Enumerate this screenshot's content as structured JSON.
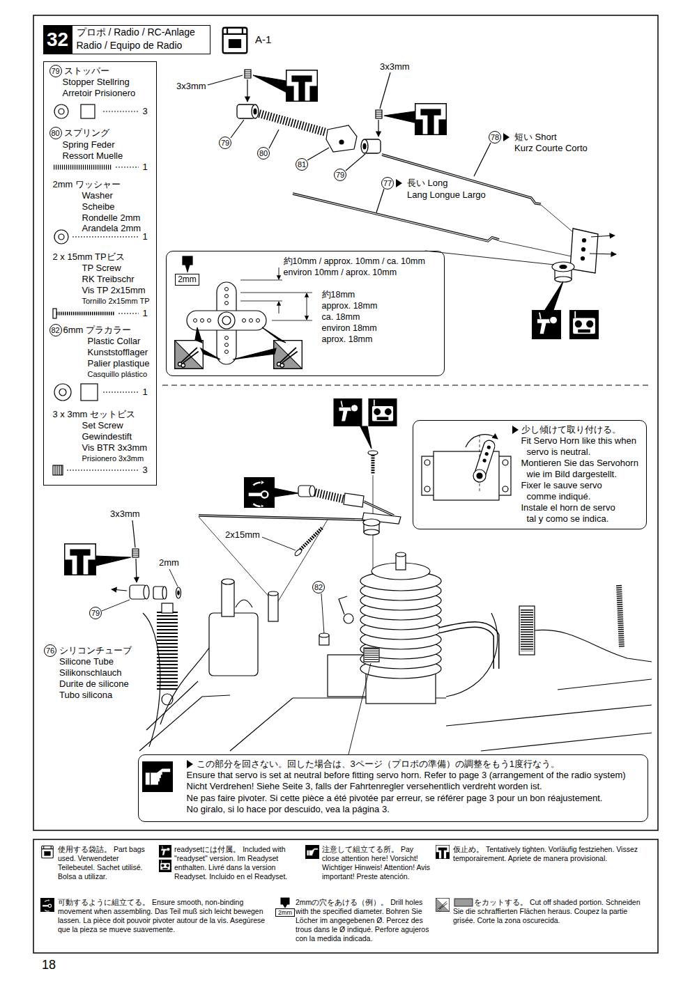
{
  "diagram": {
    "nodes": [
      {
        "text": [
          "32",
          "プロポ / Radio / RC-Anlage",
          "Radio / Equipo de Radio"
        ]
      },
      {
        "text": [
          "79",
          "ストッパー",
          "Stopper Stellring",
          "Arretoir Prisionero",
          "3",
          "80",
          "スプリング",
          "Spring Feder",
          "Ressort Muelle",
          "1",
          "2mm ワッシャー",
          "Washer",
          "Scheibe",
          "Rondelle 2mm",
          "Arandela 2mm",
          "1",
          "2 x 15mm TPビス",
          "TP Screw",
          "RK Treibschr",
          "Vis TP 2x15mm",
          "Tornillo 2x15mm TP",
          "1",
          "82",
          "6mm プラカラー",
          "Plastic Collar",
          "Kunststofflager",
          "Palier plastique",
          "Casquillo plástico",
          "1",
          "3 x 3mm セットビス",
          "Set Screw",
          "Gewindestift",
          "Vis BTR 3x3mm",
          "Prisionero 3x3mm",
          "3"
        ]
      },
      {
        "text": [
          "2mm",
          "約10mm / approx. 10mm / ca. 10mm",
          "environ 10mm / aprox. 10mm",
          "約18mm",
          "approx. 18mm",
          "ca. 18mm",
          "environ 18mm",
          "aprox. 18mm"
        ]
      },
      {
        "text": [
          "少し傾けて取り付ける。",
          "Fit Servo Horn like this when",
          "servo is neutral.",
          "Montieren Sie das Servohorn",
          "wie im Bild dargestellt.",
          "Fixer le sauve servo",
          "comme indiqué.",
          "Instale el horn de servo",
          "tal y como se indica."
        ]
      },
      {
        "text": [
          "この部分を回さない。回した場合は、3ページ（プロポの準備）の調整をもう1度行なう。",
          "Ensure that servo is set at neutral before fitting servo horn. Refer to page 3 (arrangement of the radio system)",
          "Nicht Verdrehen! Siehe Seite 3, falls der Fahrtenregler versehentlich verdreht worden ist.",
          "Ne pas faire pivoter. Si cette pièce a été pivotée par erreur, se référer page 3 pour un bon réajustement.",
          "No giralo, si lo hace por descuido, vea la página 3."
        ]
      }
    ],
    "labels": [
      "A-1",
      "3x3mm",
      "3x3mm",
      "79",
      "80",
      "81",
      "79",
      "78",
      "短い Short",
      "Kurz Courte Corto",
      "77",
      "長い Long",
      "Lang Longue Largo",
      "3x3mm",
      "2mm",
      "79",
      "2x15mm",
      "82",
      "76",
      "シリコンチューブ",
      "Silicone Tube",
      "Silikonschlauch",
      "Durite de silicone",
      "Tubo silicona",
      "2mm",
      "18"
    ],
    "legend": [
      {
        "text": "使用する袋詰。 Part bags used. Verwendeter Teilebeutel. Sachet utilisé. Bolsa a utilizar."
      },
      {
        "text": "readysetには付属。 Included with \"readyset\" version. Im Readyset enthalten. Livré dans la version Readyset. Incluido en el Readyset."
      },
      {
        "text": "注意して組立てる所。 Pay close attention here! Vorsicht! Wichtiger Hinweis! Attention! Avis important! Preste atención."
      },
      {
        "text": "仮止め。 Tentatively tighten. Vorläufig festziehen. Vissez temporairement. Apriete de manera provisional."
      },
      {
        "text": "可動するように組立てる。 Ensure smooth, non-binding movement when assembling. Das Teil muß sich leicht bewegen lassen. La pièce doit pouvoir pivoter autour de la vis. Asegúrese que la pieza se mueve suavemente."
      },
      {
        "text": "2mmの穴をあける（例）。 Drill holes with the specified diameter. Bohren Sie Löcher im angegebenen Ø. Percez des trous dans le Ø indiqué. Perfore agujeros con la medida indicada."
      },
      {
        "text": "をカットする。 Cut off shaded portion. Schneiden Sie die schraffierten Flächen heraus. Coupez la partie grisée. Corte la zona oscurecida."
      }
    ]
  }
}
